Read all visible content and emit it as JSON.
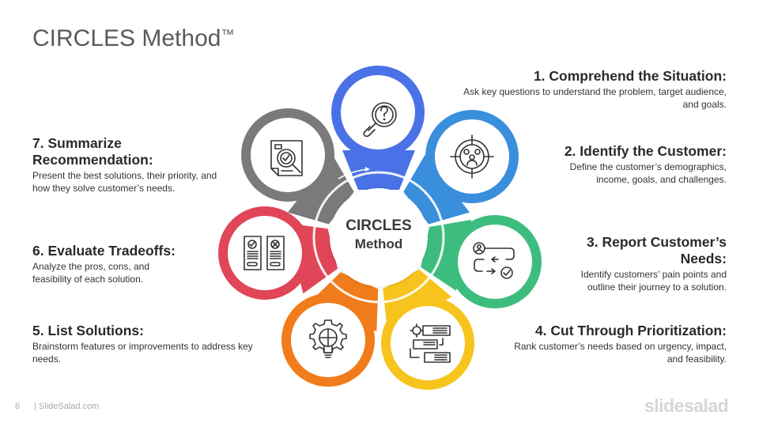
{
  "slide": {
    "title": "CIRCLES Method",
    "title_mark": "™",
    "page_number": "6",
    "footer_site": "| SlideSalad.com",
    "brand": "slidesalad"
  },
  "center": {
    "line1": "CIRCLES",
    "line2": "Method"
  },
  "colors": {
    "step1": "#4a72e6",
    "step2": "#3a8fdc",
    "step3": "#3dbd7d",
    "step4": "#f6c41c",
    "step5": "#f07c1c",
    "step6": "#e04558",
    "step7": "#7a7a7a"
  },
  "steps": [
    {
      "number": "1",
      "title": "1. Comprehend the Situation:",
      "description": "Ask key questions to understand the problem, target audience, and goals.",
      "icon": "magnifier-question-icon"
    },
    {
      "number": "2",
      "title": "2. Identify the Customer:",
      "description": "Define the customer’s demographics, income, goals, and challenges.",
      "icon": "target-audience-icon"
    },
    {
      "number": "3",
      "title": "3. Report Customer’s Needs:",
      "description": "Identify customers’ pain points and outline their journey to a solution.",
      "icon": "customer-journey-icon"
    },
    {
      "number": "4",
      "title": "4. Cut Through Prioritization:",
      "description": "Rank customer’s needs based on urgency, impact, and feasibility.",
      "icon": "ranked-list-icon"
    },
    {
      "number": "5",
      "title": "5. List Solutions:",
      "description": "Brainstorm features or improvements to address key needs.",
      "icon": "gear-bulb-puzzle-icon"
    },
    {
      "number": "6",
      "title": "6. Evaluate Tradeoffs:",
      "description": "Analyze the pros, cons, and feasibility of each solution.",
      "icon": "pros-cons-icon"
    },
    {
      "number": "7",
      "title": "7. Summarize Recommendation:",
      "description": "Present the best solutions, their priority, and how they solve customer’s needs.",
      "icon": "document-review-icon"
    }
  ]
}
